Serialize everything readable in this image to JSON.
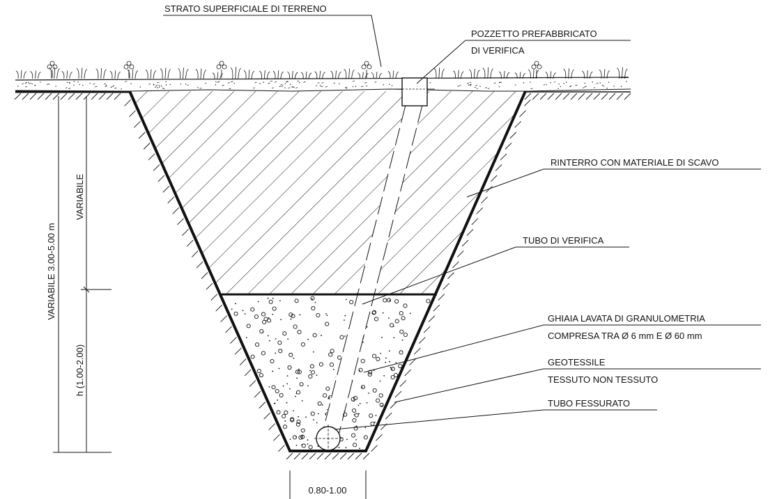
{
  "labels": {
    "topsoil": "STRATO SUPERFICIALE DI TERRENO",
    "manhole_1": "POZZETTO PREFABBRICATO",
    "manhole_2": "DI VERIFICA",
    "backfill": "RINTERRO CON MATERIALE DI SCAVO",
    "check_pipe": "TUBO DI VERIFICA",
    "gravel_1": "GHIAIA LAVATA DI GRANULOMETRIA",
    "gravel_2": "COMPRESA TRA Ø 6 mm E Ø 60 mm",
    "geotextile_1": "GEOTESSILE",
    "geotextile_2": "TESSUTO NON TESSUTO",
    "slotted_pipe": "TUBO FESSURATO"
  },
  "dimensions": {
    "total_depth": "VARIABILE  3.00-5.00 m",
    "upper_depth": "VARIABILE",
    "lower_depth": "h (1.00-2.00)",
    "bottom_width": "0.80-1.00"
  },
  "colors": {
    "line": "#111111",
    "background": "#ffffff"
  }
}
